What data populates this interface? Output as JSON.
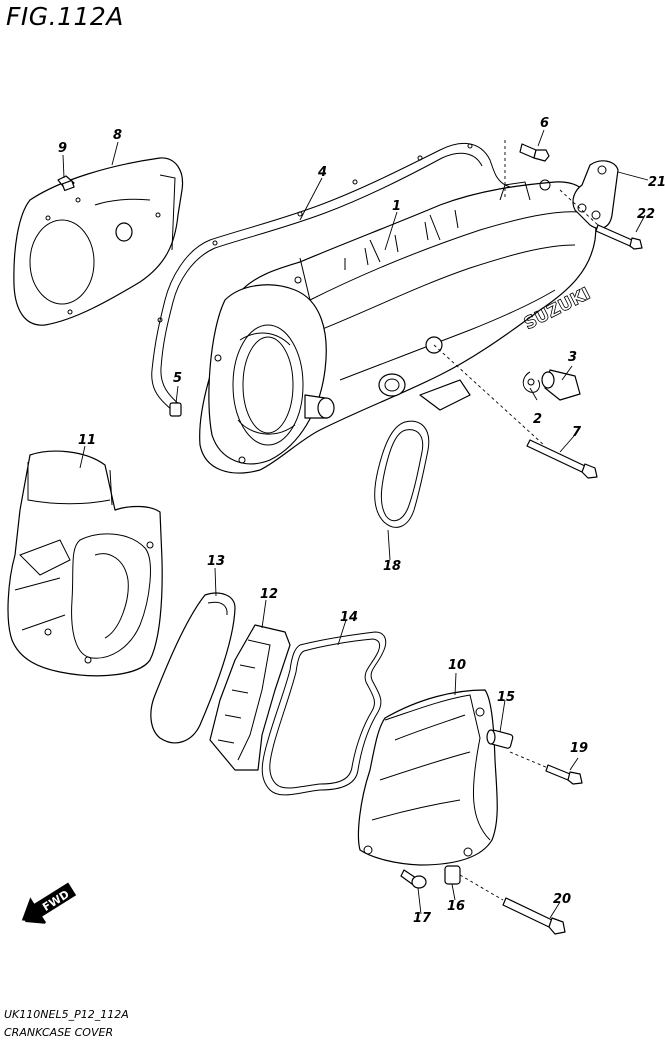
{
  "figure": {
    "title": "FIG.112A"
  },
  "callouts": [
    {
      "id": "c1",
      "text": "1"
    },
    {
      "id": "c2",
      "text": "2"
    },
    {
      "id": "c3",
      "text": "3"
    },
    {
      "id": "c4",
      "text": "4"
    },
    {
      "id": "c5",
      "text": "5"
    },
    {
      "id": "c6",
      "text": "6"
    },
    {
      "id": "c7",
      "text": "7"
    },
    {
      "id": "c8",
      "text": "8"
    },
    {
      "id": "c9",
      "text": "9"
    },
    {
      "id": "c10",
      "text": "10"
    },
    {
      "id": "c11",
      "text": "11"
    },
    {
      "id": "c12",
      "text": "12"
    },
    {
      "id": "c13",
      "text": "13"
    },
    {
      "id": "c14",
      "text": "14"
    },
    {
      "id": "c15",
      "text": "15"
    },
    {
      "id": "c16",
      "text": "16"
    },
    {
      "id": "c17",
      "text": "17"
    },
    {
      "id": "c18",
      "text": "18"
    },
    {
      "id": "c19",
      "text": "19"
    },
    {
      "id": "c20",
      "text": "20"
    },
    {
      "id": "c21",
      "text": "21"
    },
    {
      "id": "c22",
      "text": "22"
    }
  ],
  "brand_text": "SUZUKI",
  "fwd_label": "FWD",
  "footer": {
    "code": "UK110NEL5_P12_112A",
    "name": "CRANKCASE COVER"
  }
}
